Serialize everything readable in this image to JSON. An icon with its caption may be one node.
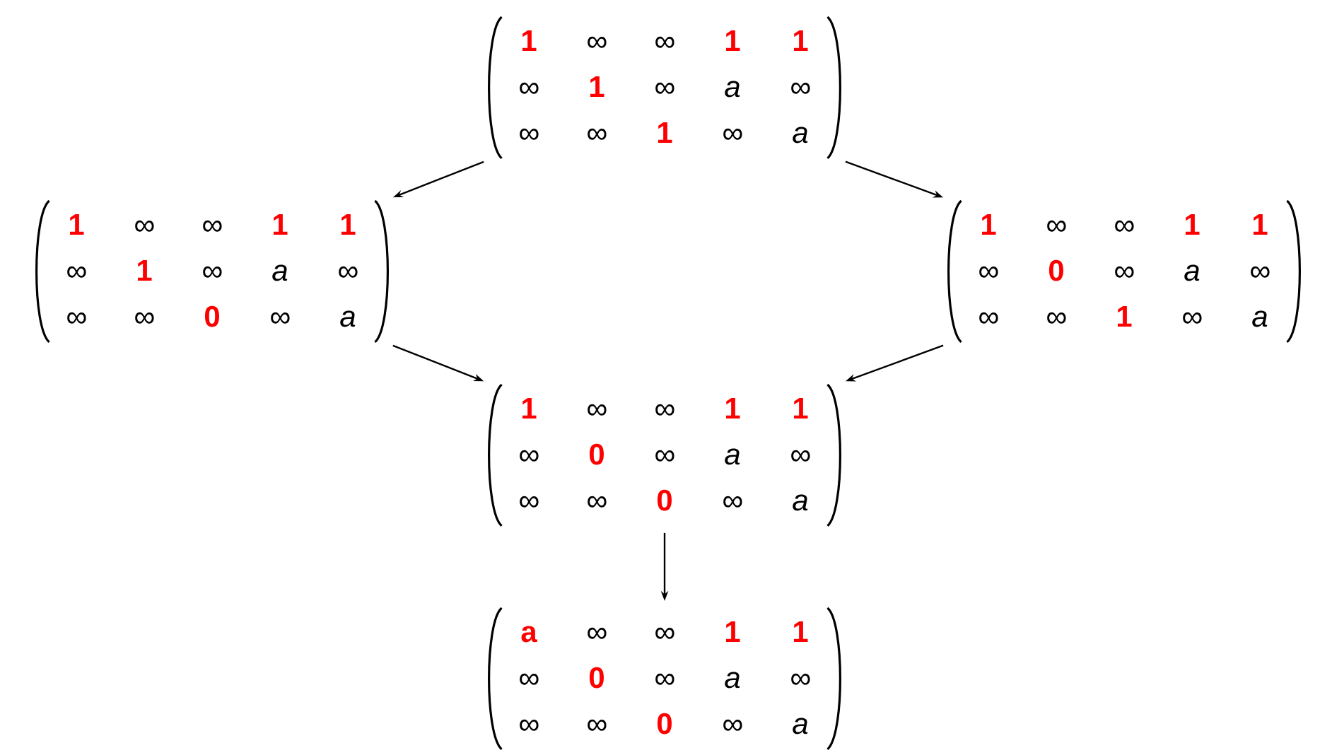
{
  "diagram": {
    "nodes": [
      {
        "text": [
          "1",
          "∞",
          "∞",
          "1",
          "1",
          "∞",
          "1",
          "∞",
          "a",
          "∞",
          "∞",
          "∞",
          "1",
          "∞",
          "a"
        ]
      },
      {
        "text": [
          "1",
          "∞",
          "∞",
          "1",
          "1",
          "∞",
          "1",
          "∞",
          "a",
          "∞",
          "∞",
          "∞",
          "0",
          "∞",
          "a"
        ]
      },
      {
        "text": [
          "1",
          "∞",
          "∞",
          "1",
          "1",
          "∞",
          "0",
          "∞",
          "a",
          "∞",
          "∞",
          "∞",
          "1",
          "∞",
          "a"
        ]
      },
      {
        "text": [
          "1",
          "∞",
          "∞",
          "1",
          "1",
          "∞",
          "0",
          "∞",
          "a",
          "∞",
          "∞",
          "∞",
          "0",
          "∞",
          "a"
        ]
      },
      {
        "text": [
          "a",
          "∞",
          "∞",
          "1",
          "1",
          "∞",
          "0",
          "∞",
          "a",
          "∞",
          "∞",
          "∞",
          "0",
          "∞",
          "a"
        ]
      }
    ],
    "edges": [
      {
        "from": 0,
        "to": 1,
        "arrow": "to"
      },
      {
        "from": 0,
        "to": 2,
        "arrow": "to"
      },
      {
        "from": 1,
        "to": 3,
        "arrow": "to"
      },
      {
        "from": 2,
        "to": 3,
        "arrow": "to"
      },
      {
        "from": 3,
        "to": 4,
        "arrow": "to"
      }
    ]
  }
}
